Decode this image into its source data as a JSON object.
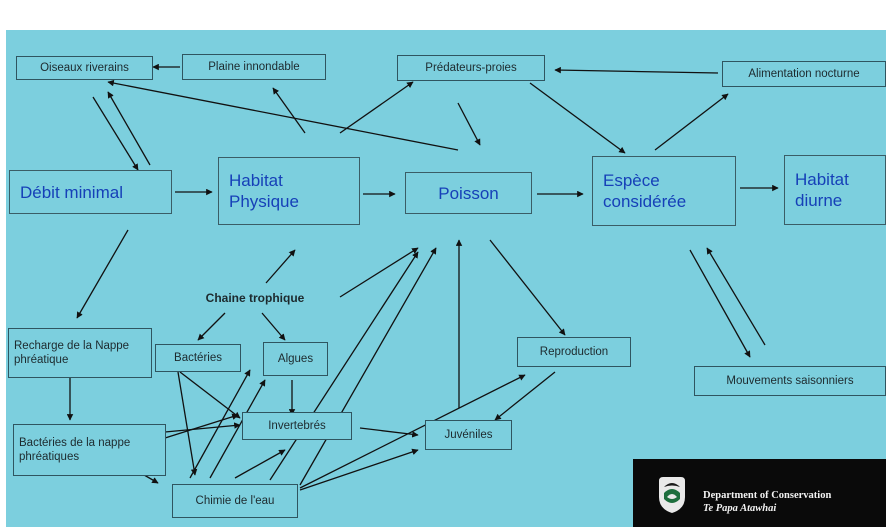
{
  "nodes": {
    "oiseaux": "Oiseaux riverains",
    "plaine": "Plaine innondable",
    "predateurs": "Prédateurs-proies",
    "alimentation": "Alimentation nocturne",
    "debit": "Débit minimal",
    "habitat_physique_1": "Habitat",
    "habitat_physique_2": "Physique",
    "poisson": "Poisson",
    "espece_1": "Espèce",
    "espece_2": "considérée",
    "habitat_diurne_1": "Habitat",
    "habitat_diurne_2": "diurne",
    "chaine": "Chaine trophique",
    "recharge": "Recharge de la Nappe phréatique",
    "bacteries": "Bactéries",
    "algues": "Algues",
    "reproduction": "Reproduction",
    "mouvements": "Mouvements saisonniers",
    "invertebres": "Invertebrés",
    "juveniles": "Juvéniles",
    "bacteries_nappe": "Bactéries de la nappe phréatiques",
    "chimie": "Chimie de l'eau"
  },
  "logo": {
    "line1": "Department of Conservation",
    "line2": "Te Papa Atawhai"
  },
  "colors": {
    "background": "#7ccfde",
    "main_node_text": "#1640b8",
    "arrow": "#111111",
    "logo_background": "#0a0a0a"
  }
}
